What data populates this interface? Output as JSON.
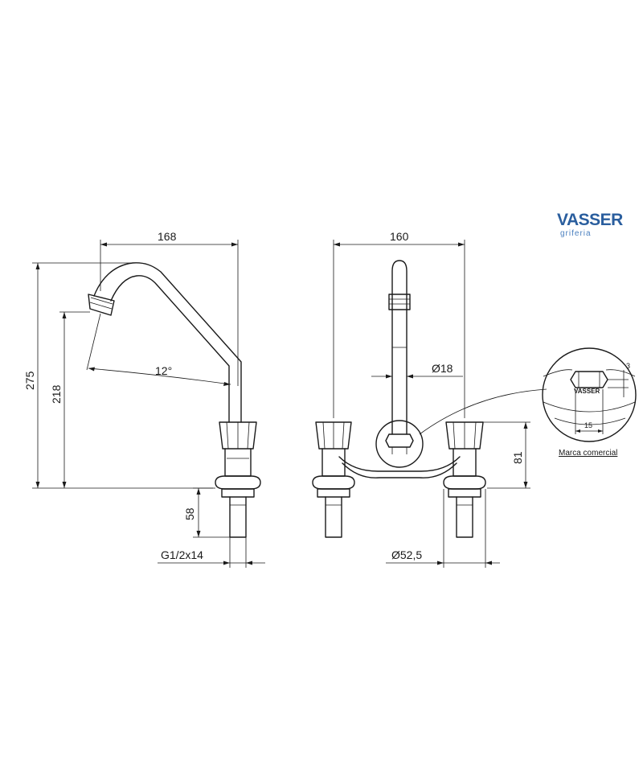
{
  "brand": {
    "name": "VASSER",
    "tagline": "griferia",
    "color": "#2a5e9e"
  },
  "side_view": {
    "dim_width": "168",
    "dim_total_height": "275",
    "dim_spout_height": "218",
    "dim_angle": "12°",
    "dim_shank_length": "58",
    "thread_spec": "G1/2x14"
  },
  "front_view": {
    "dim_width": "160",
    "dim_spout_diameter": "Ø18",
    "dim_height": "81",
    "dim_base_diameter": "Ø52,5"
  },
  "detail": {
    "dim_small": "3",
    "dim_width": "15",
    "logo_mark": "VASSER",
    "caption": "Marca comercial"
  }
}
